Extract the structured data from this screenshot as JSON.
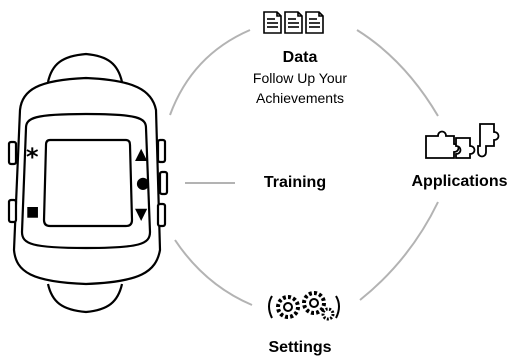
{
  "data": {
    "title": "Data",
    "subtitle_line1": "Follow Up Your",
    "subtitle_line2": "Achievements"
  },
  "applications": {
    "label": "Applications"
  },
  "training": {
    "label": "Training"
  },
  "settings": {
    "label": "Settings"
  },
  "watch": {
    "button_left_top": "*",
    "button_left_bottom": "■",
    "button_right_top": "▲",
    "button_right_middle": "●",
    "button_right_bottom": "▼"
  },
  "colors": {
    "connector": "#b3b3b3",
    "ink": "#000000"
  },
  "icons": [
    "document-icon",
    "puzzle-icon",
    "gear-icon"
  ]
}
